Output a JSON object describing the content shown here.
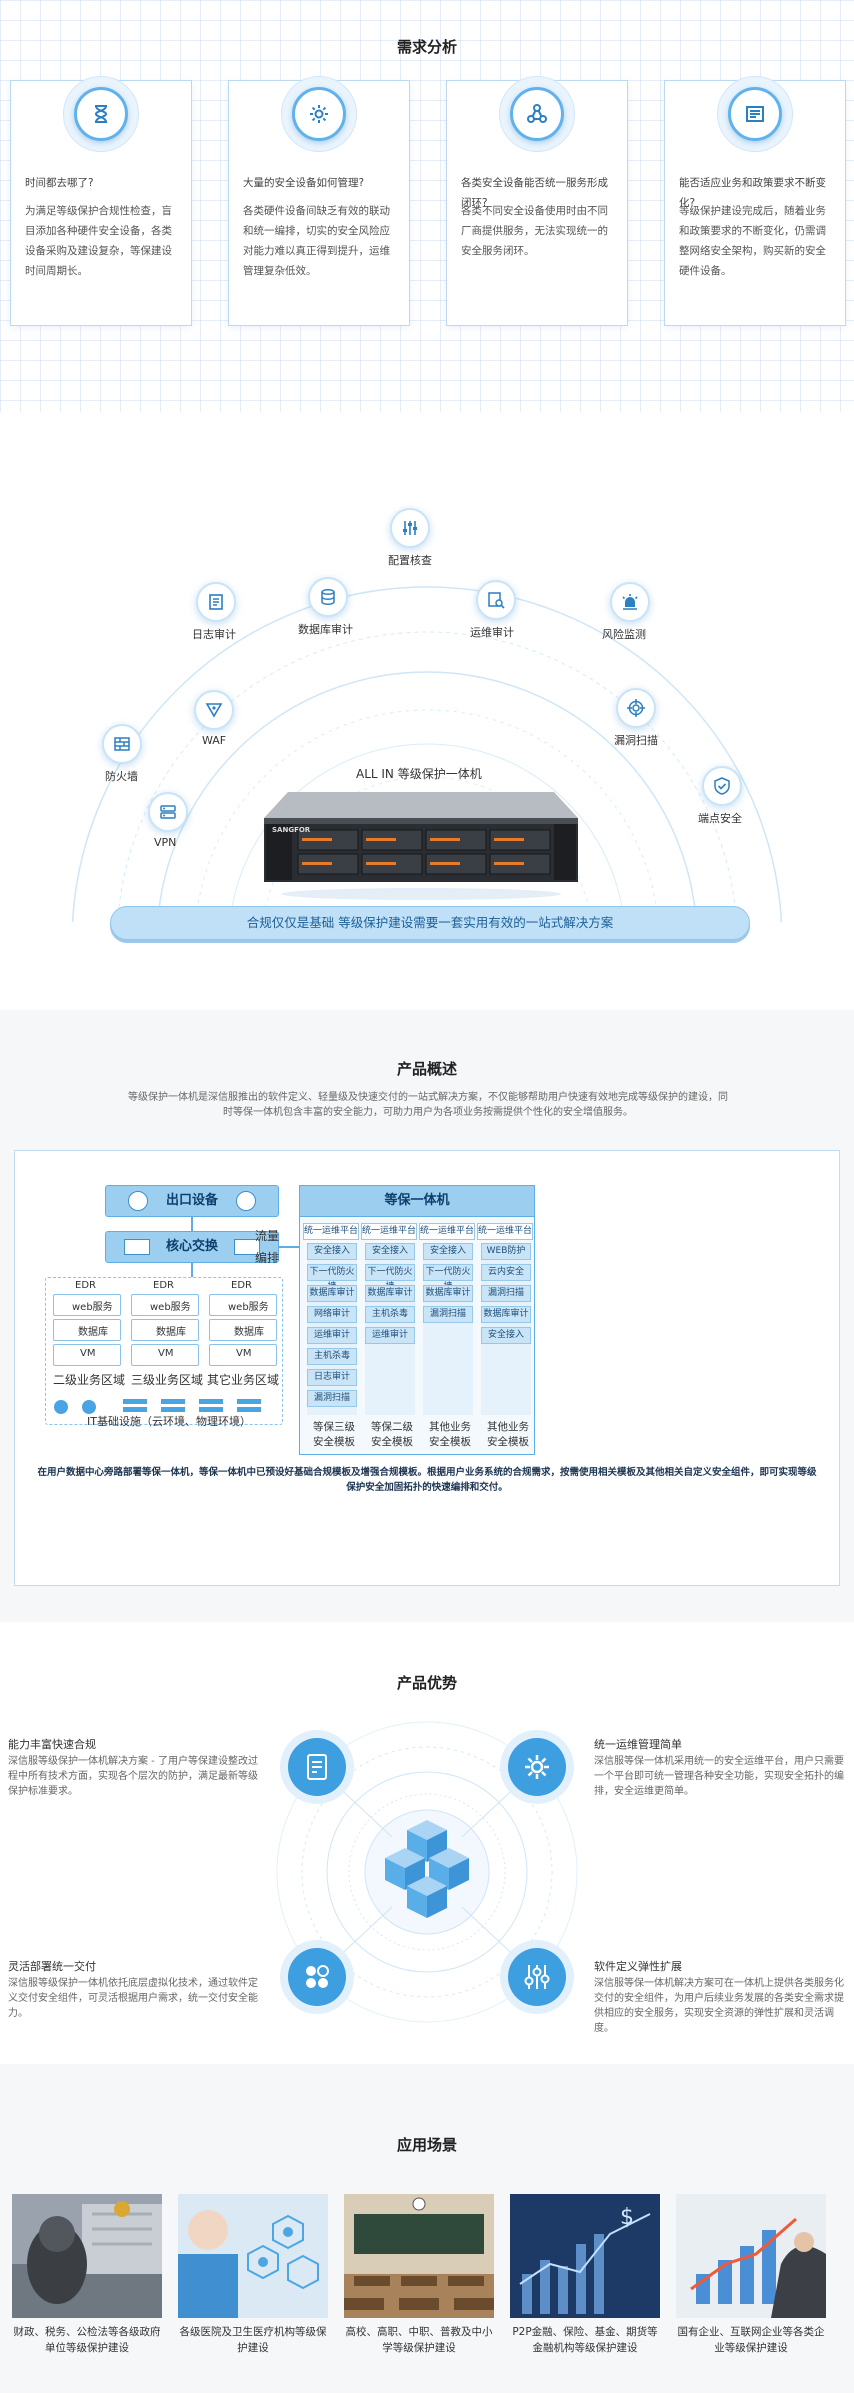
{
  "needs": {
    "title": "需求分析",
    "cards": [
      {
        "icon": "hourglass-icon",
        "question": "时间都去哪了?",
        "answer": "为满足等级保护合规性检查，盲目添加各种硬件安全设备，各类设备采购及建设复杂，等保建设时间周期长。"
      },
      {
        "icon": "gear-icon",
        "question": "大量的安全设备如何管理?",
        "answer": "各类硬件设备间缺乏有效的联动和统一编排，切实的安全风险应对能力难以真正得到提升，运维管理复杂低效。"
      },
      {
        "icon": "network-icon",
        "question": "各类安全设备能否统一服务形成闭环?",
        "answer": "各类不同安全设备使用时由不同厂商提供服务，无法实现统一的安全服务闭环。"
      },
      {
        "icon": "document-icon",
        "question": "能否适应业务和政策要求不断变化?",
        "answer": "等级保护建设完成后，随着业务和政策要求的不断变化，仍需调整网络安全架构，购买新的安全硬件设备。"
      }
    ]
  },
  "allinone": {
    "product_label": "ALL IN 等级保护一体机",
    "brand": "SANGFOR",
    "banner": "合规仅仅是基础 等级保护建设需要一套实用有效的一站式解决方案",
    "features": [
      {
        "icon": "sliders-icon",
        "label": "配置核查"
      },
      {
        "icon": "log-icon",
        "label": "日志审计"
      },
      {
        "icon": "database-audit-icon",
        "label": "数据库审计"
      },
      {
        "icon": "ops-audit-icon",
        "label": "运维审计"
      },
      {
        "icon": "alarm-icon",
        "label": "风险监测"
      },
      {
        "icon": "waf-icon",
        "label": "WAF"
      },
      {
        "icon": "scan-icon",
        "label": "漏洞扫描"
      },
      {
        "icon": "firewall-icon",
        "label": "防火墙"
      },
      {
        "icon": "vpn-icon",
        "label": "VPN"
      },
      {
        "icon": "shield-icon",
        "label": "端点安全"
      }
    ]
  },
  "overview": {
    "title": "产品概述",
    "desc": "等级保护一体机是深信服推出的软件定义、轻量级及快速交付的一站式解决方案，不仅能够帮助用户快速有效地完成等级保护的建设，同时等保一体机包含丰富的安全能力，可助力用户为各项业务按需提供个性化的安全增值服务。",
    "egress": "出口设备",
    "core": "核心交换",
    "flow": "流量",
    "orchestrate": "编排",
    "edr": "EDR",
    "web": "web服务",
    "db": "数据库",
    "vm": "VM",
    "zones": [
      "二级业务区域",
      "三级业务区域",
      "其它业务区域"
    ],
    "infra": "IT基础设施（云环境、物理环境）",
    "box_title": "等保一体机",
    "columns": [
      {
        "head": "统一运维平台",
        "items": [
          "安全接入",
          "下一代防火墙",
          "数据库审计",
          "网络审计",
          "运维审计",
          "主机杀毒",
          "日志审计",
          "漏洞扫描"
        ],
        "foot1": "等保三级",
        "foot2": "安全模板"
      },
      {
        "head": "统一运维平台",
        "items": [
          "安全接入",
          "下一代防火墙",
          "数据库审计",
          "主机杀毒",
          "运维审计"
        ],
        "foot1": "等保二级",
        "foot2": "安全模板"
      },
      {
        "head": "统一运维平台",
        "items": [
          "安全接入",
          "下一代防火墙",
          "数据库审计",
          "漏洞扫描"
        ],
        "foot1": "其他业务",
        "foot2": "安全模板"
      },
      {
        "head": "统一运维平台",
        "items": [
          "WEB防护",
          "云内安全",
          "漏洞扫描",
          "数据库审计",
          "安全接入"
        ],
        "foot1": "其他业务",
        "foot2": "安全模板"
      }
    ],
    "caption": "在用户数据中心旁路部署等保一体机，等保一体机中已预设好基础合规模板及增强合规模板。根据用户业务系统的合规需求，按需使用相关模板及其他相关自定义安全组件，即可实现等级保护安全加固拓扑的快速编排和交付。"
  },
  "advantages": {
    "title": "产品优势",
    "items": [
      {
        "icon": "document-check-icon",
        "title": "能力丰富快速合规",
        "desc": "深信服等级保护一体机解决方案 - 了用户等保建设整改过程中所有技术方面，实现各个层次的防护，满足最新等级保护标准要求。"
      },
      {
        "icon": "settings-icon",
        "title": "统一运维管理简单",
        "desc": "深信服等保一体机采用统一的安全运维平台，用户只需要一个平台即可统一管理各种安全功能，实现安全拓扑的编排，安全运维更简单。"
      },
      {
        "icon": "apps-icon",
        "title": "灵活部署统一交付",
        "desc": "深信服等级保护一体机依托底层虚拟化技术，通过软件定义交付安全组件，可灵活根据用户需求，统一交付安全能力。"
      },
      {
        "icon": "adjust-icon",
        "title": "软件定义弹性扩展",
        "desc": "深信服等保一体机解决方案可在一体机上提供各类服务化交付的安全组件，为用户后续业务发展的各类安全需求提供相应的安全服务，实现安全资源的弹性扩展和灵活调度。"
      }
    ]
  },
  "scenarios": {
    "title": "应用场景",
    "items": [
      {
        "image": "government-building",
        "caption": "财政、税务、公检法等各级政府单位等级保护建设"
      },
      {
        "image": "medical-technology",
        "caption": "各级医院及卫生医疗机构等级保护建设"
      },
      {
        "image": "classroom",
        "caption": "高校、高职、中职、普教及中小学等级保护建设"
      },
      {
        "image": "finance-chart",
        "caption": "P2P金融、保险、基金、期货等金融机构等级保护建设"
      },
      {
        "image": "business-chart",
        "caption": "国有企业、互联网企业等各类企业等级保护建设"
      }
    ]
  },
  "colors": {
    "accent": "#3d9ee0",
    "accent_light": "#9ccfef",
    "banner": "#bfe0f7",
    "text": "#333333"
  }
}
